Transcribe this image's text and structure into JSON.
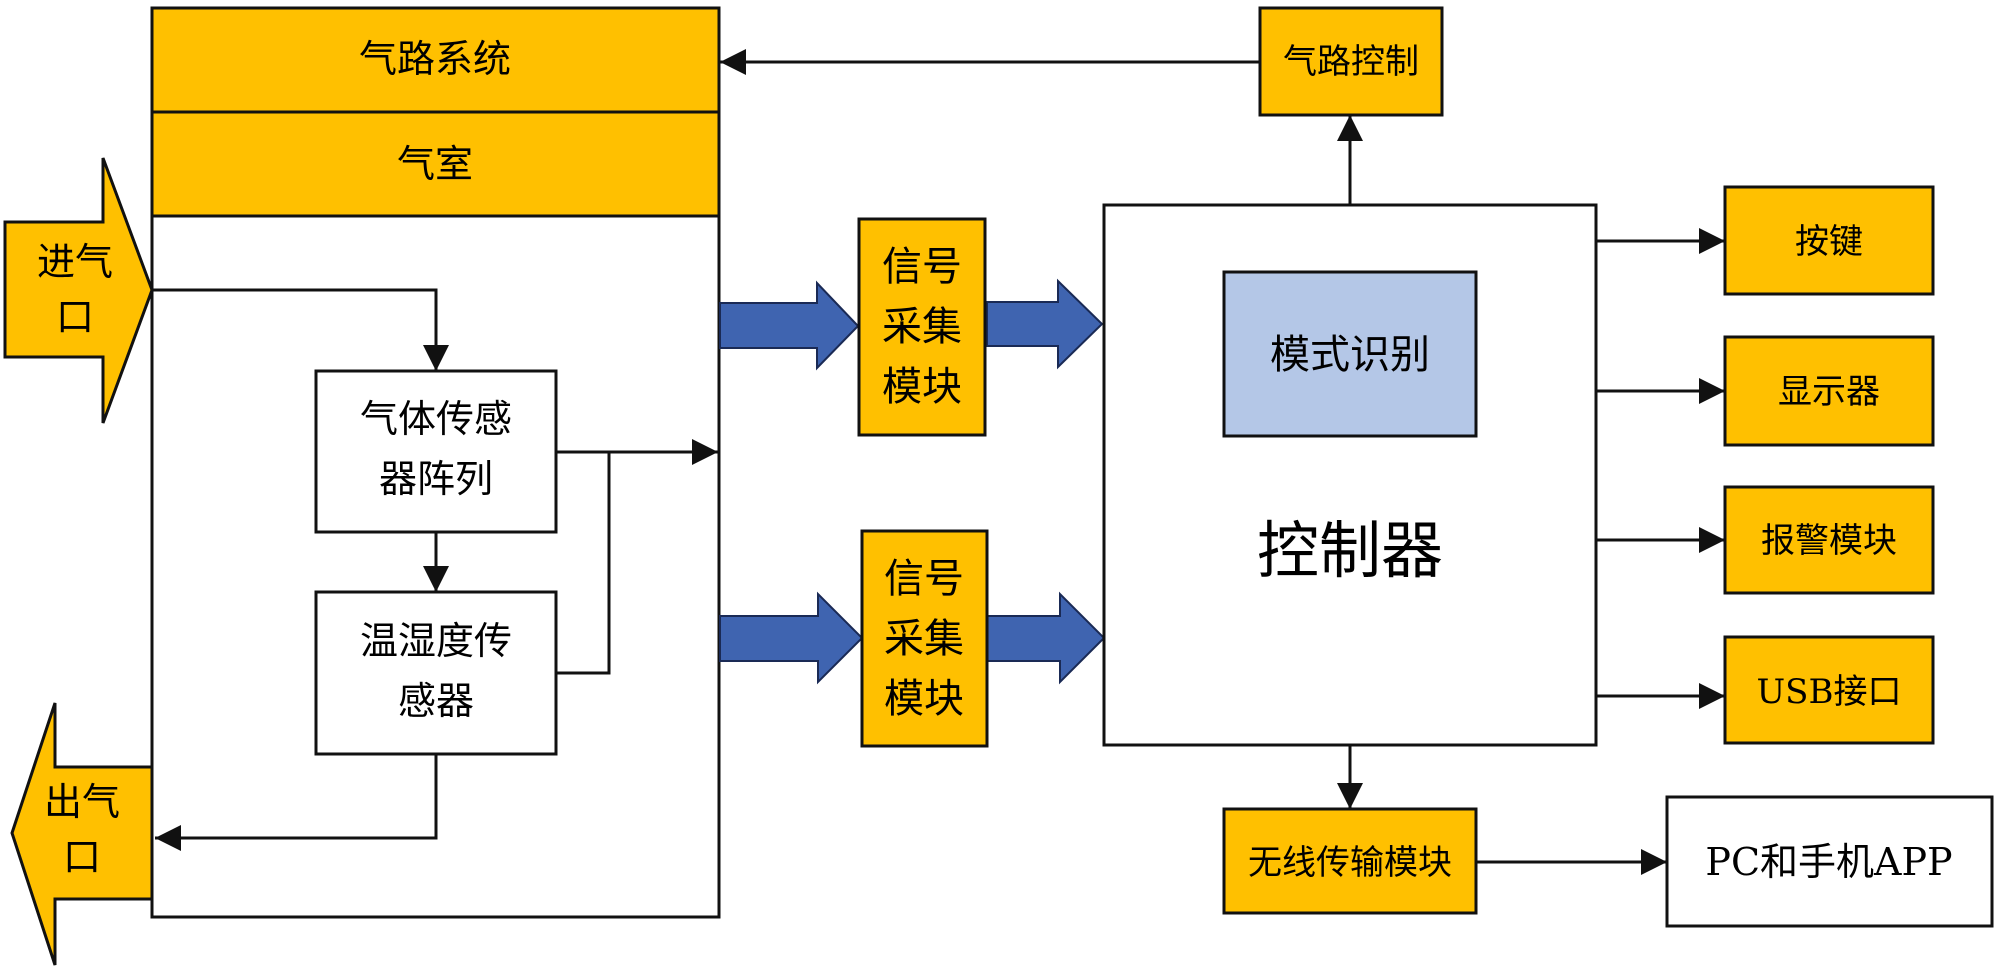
{
  "colors": {
    "module": "#FFC000",
    "pattern": "#B4C7E7",
    "signal_arrow": "#3F64B0",
    "stroke": "#111111",
    "plain": "#FFFFFF"
  },
  "gas_system": {
    "air_path_system": "气路系统",
    "gas_chamber": "气室",
    "inlet": [
      "进气",
      "口"
    ],
    "outlet": [
      "出气",
      "口"
    ],
    "gas_sensor_array": [
      "气体传感",
      "器阵列"
    ],
    "temp_humidity_sensor": [
      "温湿度传",
      "感器"
    ]
  },
  "signal_modules": [
    {
      "lines": [
        "信号",
        "采集",
        "模块"
      ]
    },
    {
      "lines": [
        "信号",
        "采集",
        "模块"
      ]
    }
  ],
  "controller": {
    "title": "控制器",
    "pattern_recognition": "模式识别"
  },
  "air_path_control": "气路控制",
  "peripherals": [
    {
      "label": "按键"
    },
    {
      "label": "显示器"
    },
    {
      "label": "报警模块"
    },
    {
      "label": "USB接口"
    }
  ],
  "wireless_module": "无线传输模块",
  "pc_app": "PC和手机APP"
}
